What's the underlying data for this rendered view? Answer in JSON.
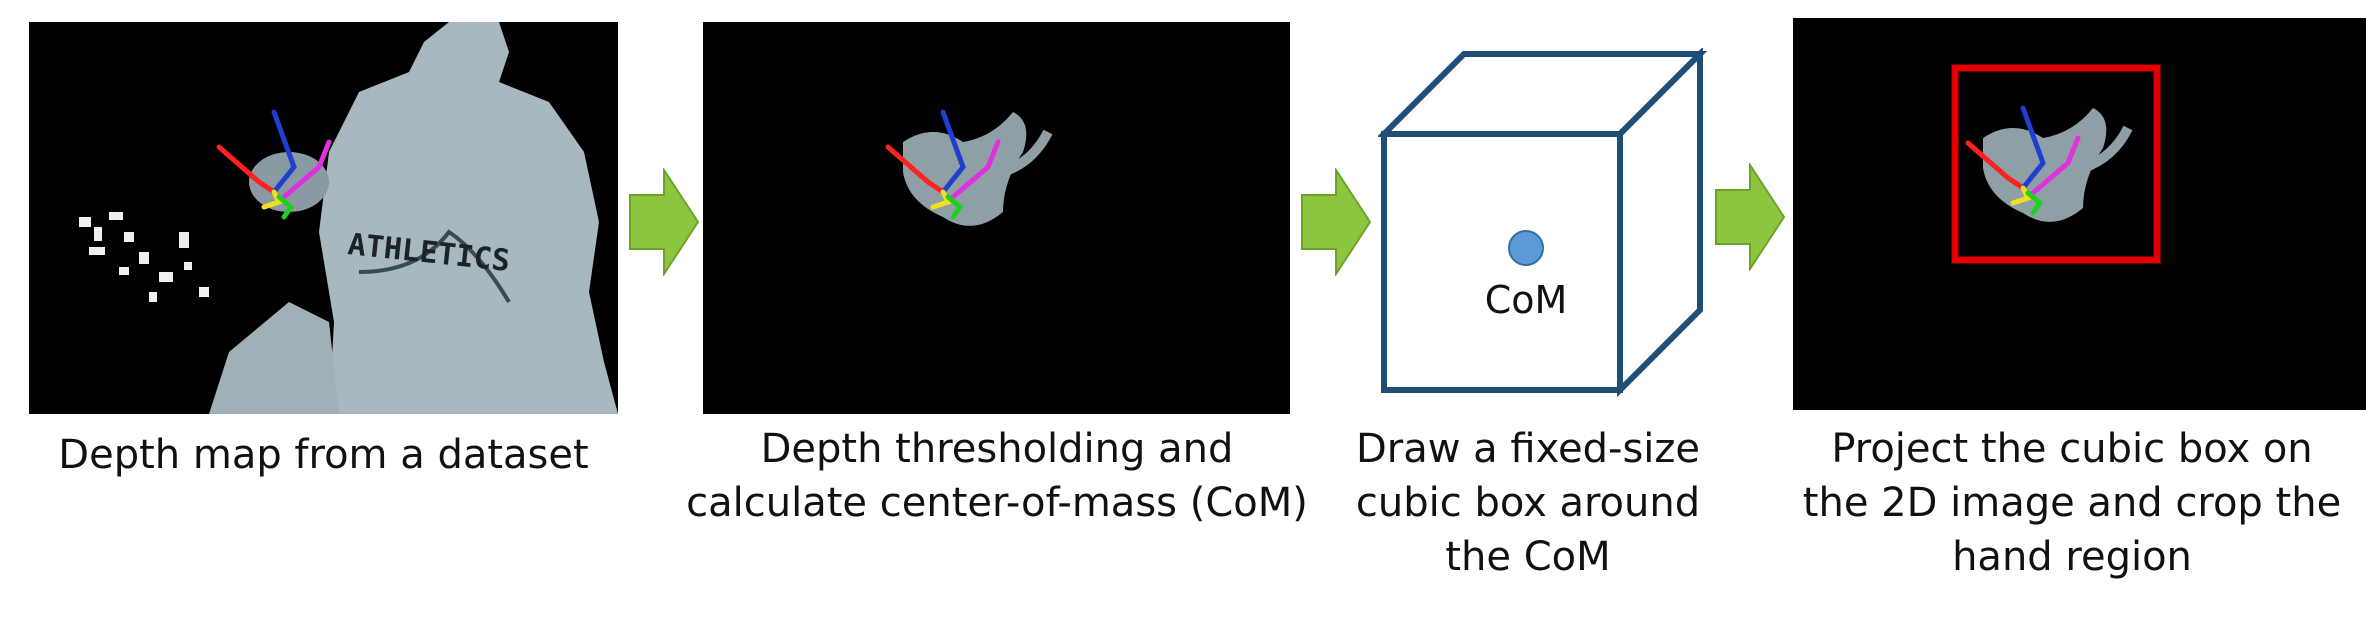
{
  "steps": [
    {
      "caption": "Depth map from a dataset"
    },
    {
      "caption": "Depth thresholding and calculate center-of-mass (CoM)"
    },
    {
      "caption": "Draw a fixed-size cubic box around the CoM"
    },
    {
      "caption": "Project the cubic box on the 2D image and crop the hand region"
    }
  ],
  "cube": {
    "center_label": "CoM"
  },
  "panel1": {
    "shirt_text": "ATHLETICS"
  },
  "colors": {
    "arrow": "#8cc63f",
    "cube_edge": "#1f4e79",
    "com_dot": "#5b9bd5",
    "crop_box": "#e00000",
    "skeleton_red": "#ff2020",
    "skeleton_blue": "#1f3fd0",
    "skeleton_magenta": "#e030e0",
    "skeleton_green": "#20d020",
    "skeleton_yellow": "#f0e020"
  }
}
